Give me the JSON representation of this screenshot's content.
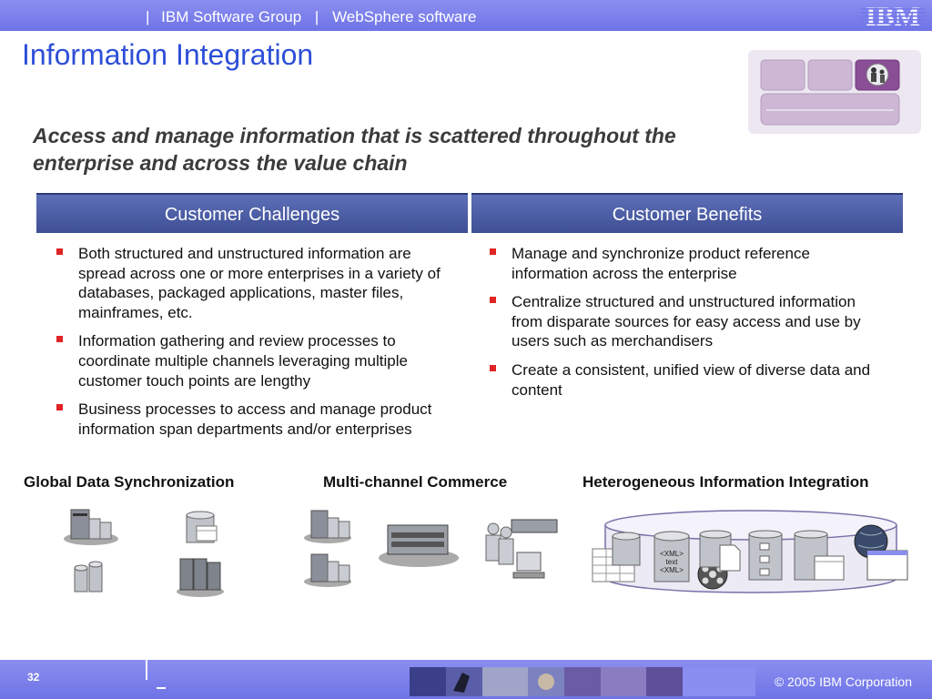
{
  "header": {
    "group": "IBM Software Group",
    "product": "WebSphere software",
    "separator": "|",
    "logo": "IBM"
  },
  "slide": {
    "title": "Information Integration",
    "subtitle": "Access and manage information that is scattered throughout the enterprise and across the value chain"
  },
  "columns": {
    "challenges": {
      "heading": "Customer Challenges",
      "items": [
        "Both structured and unstructured information are spread across one or more enterprises in a variety of databases, packaged applications, master files, mainframes, etc.",
        "Information gathering and review processes to coordinate multiple channels leveraging multiple customer touch points are lengthy",
        "Business processes to access and manage product information span departments and/or enterprises"
      ]
    },
    "benefits": {
      "heading": "Customer Benefits",
      "items": [
        "Manage and synchronize product reference information across the enterprise",
        "Centralize structured and unstructured information from disparate sources for easy access and use by users such as merchandisers",
        "Create a consistent, unified view of diverse data and content"
      ]
    }
  },
  "categories": {
    "gds": "Global Data Synchronization",
    "mcc": "Multi-channel Commerce",
    "hii": "Heterogeneous Information Integration"
  },
  "illustration": {
    "xml_open": "<XML>",
    "xml_text": "text",
    "xml_close": "<XML>"
  },
  "footer": {
    "page_number": "32",
    "copyright": "© 2005 IBM Corporation"
  },
  "colors": {
    "header_bar": "#7478ea",
    "title": "#2e4fd8",
    "column_header": "#4a5ca3",
    "bullet": "#e02424"
  }
}
